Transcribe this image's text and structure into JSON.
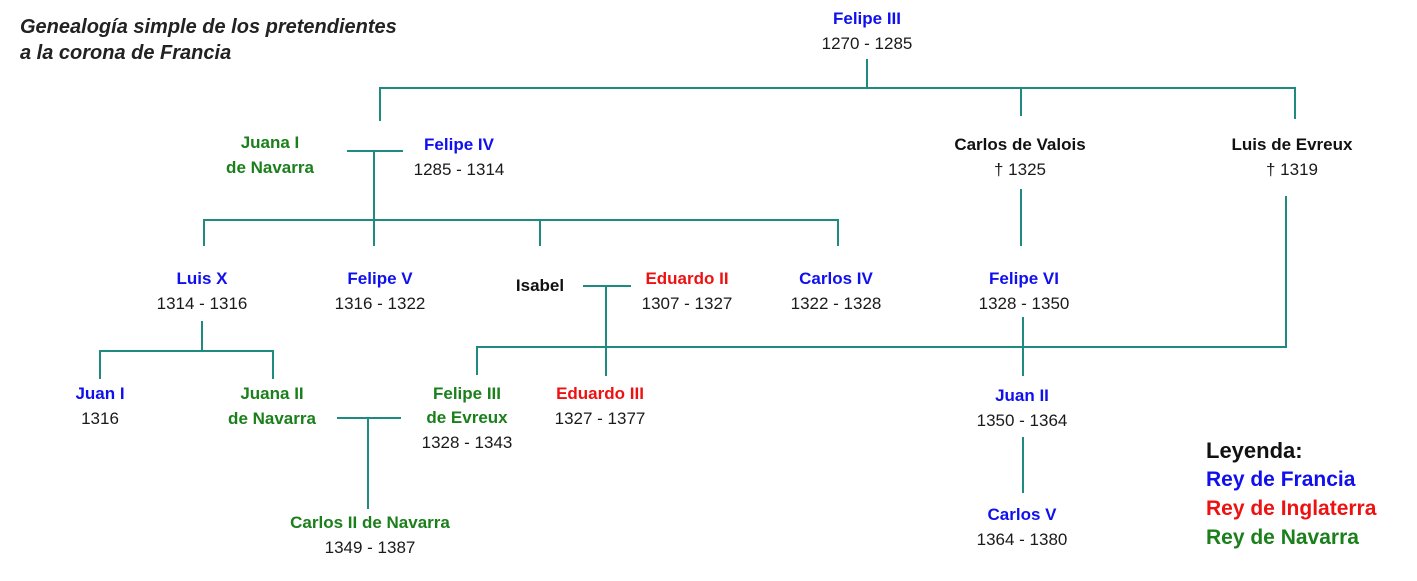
{
  "title": {
    "line1": "Genealogía simple de los pretendientes",
    "line2": "a la corona de Francia"
  },
  "colors": {
    "france": "#1010ee",
    "england": "#ee1111",
    "navarre": "#1b7f1b",
    "other": "#111111",
    "line": "#1e8a80"
  },
  "persons": {
    "felipe_iii": {
      "name": "Felipe III",
      "dates": "1270 - 1285"
    },
    "juana_i": {
      "name_line1": "Juana I",
      "name_line2": "de Navarra"
    },
    "felipe_iv": {
      "name": "Felipe IV",
      "dates": "1285 - 1314"
    },
    "carlos_valois": {
      "name": "Carlos de Valois",
      "dates": "† 1325"
    },
    "luis_evreux": {
      "name": "Luis de Evreux",
      "dates": "† 1319"
    },
    "luis_x": {
      "name": "Luis X",
      "dates": "1314 - 1316"
    },
    "felipe_v": {
      "name": "Felipe V",
      "dates": "1316 - 1322"
    },
    "isabel": {
      "name": "Isabel"
    },
    "eduardo_ii": {
      "name": "Eduardo II",
      "dates": "1307 - 1327"
    },
    "carlos_iv": {
      "name": "Carlos IV",
      "dates": "1322 - 1328"
    },
    "felipe_vi": {
      "name": "Felipe VI",
      "dates": "1328 - 1350"
    },
    "juan_i": {
      "name": "Juan I",
      "dates": "1316"
    },
    "juana_ii": {
      "name_line1": "Juana II",
      "name_line2": "de Navarra"
    },
    "felipe_iii_evreux": {
      "name_line1": "Felipe III",
      "name_line2": "de Evreux",
      "dates": "1328 - 1343"
    },
    "eduardo_iii": {
      "name": "Eduardo III",
      "dates": "1327 - 1377"
    },
    "juan_ii": {
      "name": "Juan II",
      "dates": "1350 - 1364"
    },
    "carlos_ii_navarra": {
      "name": "Carlos II de Navarra",
      "dates": "1349 - 1387"
    },
    "carlos_v": {
      "name": "Carlos V",
      "dates": "1364 - 1380"
    }
  },
  "legend": {
    "heading": "Leyenda:",
    "france": "Rey de Francia",
    "england": "Rey de Inglaterra",
    "navarre": "Rey de Navarra"
  }
}
